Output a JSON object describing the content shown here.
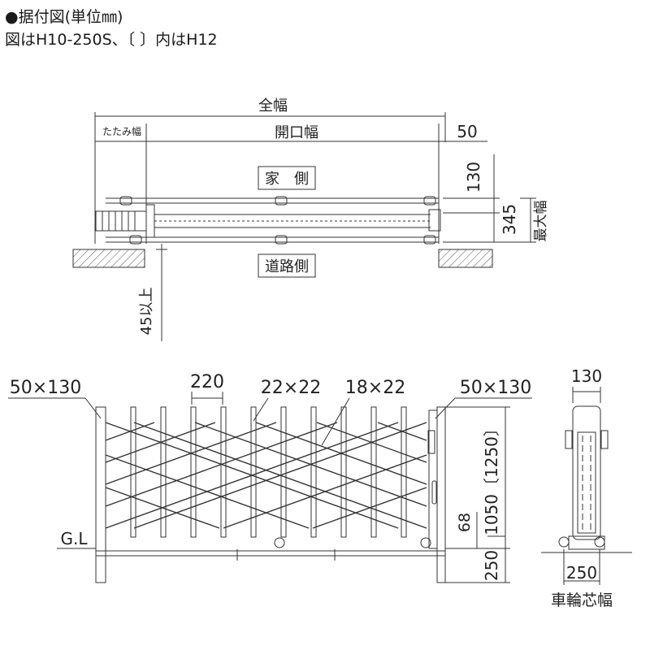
{
  "header": {
    "line1": "●据付図(単位㎜)",
    "line2": "図はH10-250S、〔 〕内はH12"
  },
  "plan": {
    "overall_width": "全幅",
    "folded_width": "たたみ幅",
    "opening_width": "開口幅",
    "end_dim": "50",
    "house_side": "家　側",
    "road_side": "道路側",
    "depth_130": "130",
    "depth_345": "345",
    "max_width": "最大幅",
    "clearance": "45以上"
  },
  "elevation": {
    "post_left": "50×130",
    "pitch": "220",
    "member_a": "22×22",
    "member_b": "18×22",
    "post_right": "50×130",
    "ground": "G.L",
    "dim_68": "68",
    "height": "1050〔1250〕",
    "embed": "250"
  },
  "side": {
    "top_width": "130",
    "wheel_width": "250",
    "wheel_label": "車輪芯幅"
  },
  "colors": {
    "line": "#333333",
    "hatch": "#555555"
  }
}
